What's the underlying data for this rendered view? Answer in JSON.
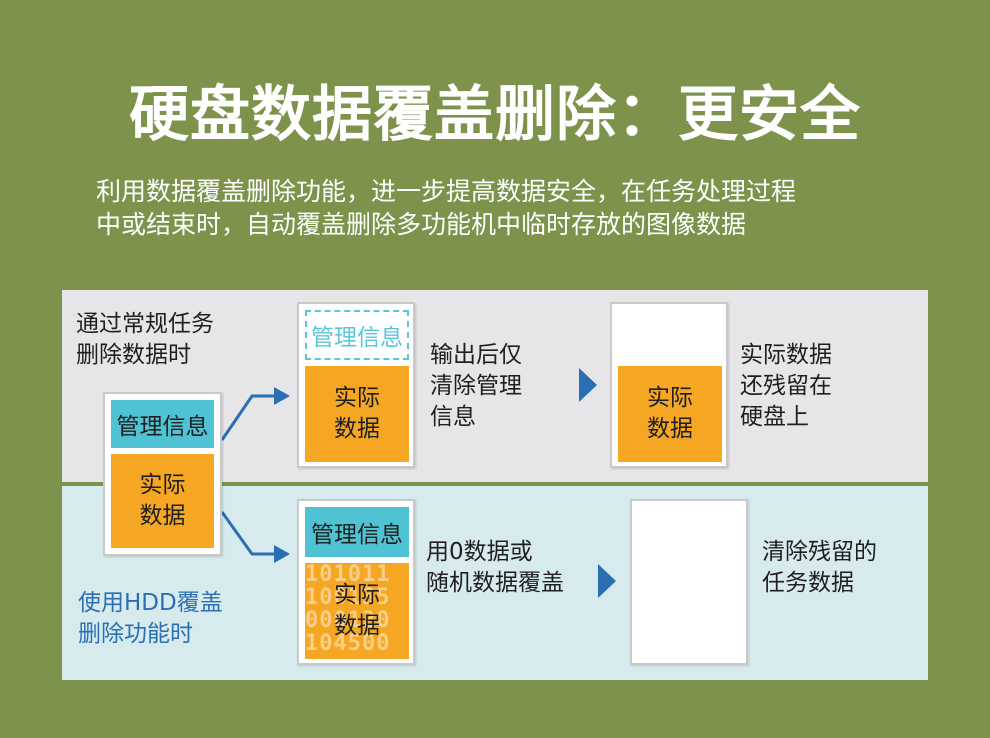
{
  "title": "硬盘数据覆盖删除：更安全",
  "subtitle_lines": [
    "利用数据覆盖删除功能，进一步提高数据安全，在任务处理过程",
    "中或结束时，自动覆盖删除多功能机中临时存放的图像数据"
  ],
  "top": {
    "label_lines": [
      "通过常规任务",
      "删除数据时"
    ],
    "doc_mgmt": "管理信息",
    "doc_actual_lines": [
      "实际",
      "数据"
    ],
    "step1_caption_lines": [
      "输出后仅",
      "清除管理",
      "信息"
    ],
    "step2_actual_lines": [
      "实际",
      "数据"
    ],
    "step2_caption_lines": [
      "实际数据",
      "还残留在",
      "硬盘上"
    ]
  },
  "source": {
    "mgmt": "管理信息",
    "actual_lines": [
      "实际",
      "数据"
    ]
  },
  "bottom": {
    "label_lines": [
      "使用HDD覆盖",
      "删除功能时"
    ],
    "doc_mgmt": "管理信息",
    "overwrite_digits": [
      "101011",
      "100135",
      "000120",
      "104500"
    ],
    "doc_actual_lines": [
      "实际",
      "数据"
    ],
    "step1_caption_lines": [
      "用0数据或",
      "随机数据覆盖"
    ],
    "step2_caption_lines": [
      "清除残留的",
      "任务数据"
    ]
  },
  "colors": {
    "background": "#7d934b",
    "mgmt_cyan": "#4fc3d4",
    "actual_orange": "#f5a623",
    "arrow_blue": "#2b6fb3"
  }
}
